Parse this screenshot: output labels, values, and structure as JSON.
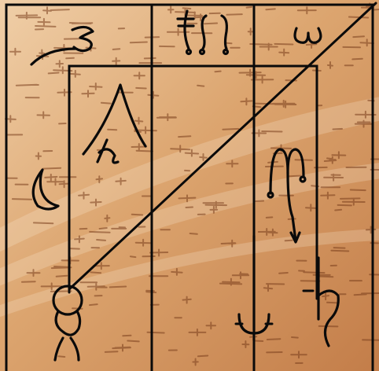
{
  "diagram": {
    "colors": {
      "ink": "#0a0a0a",
      "parchment_light": "#f0cfa8",
      "parchment_mid": "#dca56f",
      "parchment_dark": "#b9713f",
      "grain": "#7a3e1c"
    },
    "symbols": [
      {
        "id": "top-left-glyph",
        "icon": "three-with-swash-icon",
        "label": "3"
      },
      {
        "id": "top-middle-glyph",
        "icon": "ligature-glyph-icon",
        "label": "ƒ∫∫"
      },
      {
        "id": "top-right-glyph",
        "icon": "omega-glyph-icon",
        "label": "ω"
      },
      {
        "id": "upper-left-glyph",
        "icon": "capital-a-with-h-icon",
        "label": "A"
      },
      {
        "id": "left-glyph",
        "icon": "crescent-moon-icon",
        "label": "☾"
      },
      {
        "id": "right-glyph",
        "icon": "scorpio-like-glyph-icon",
        "label": "♏"
      },
      {
        "id": "bottom-left-glyph",
        "icon": "venus-knot-glyph-icon",
        "label": "♀"
      },
      {
        "id": "bottom-middle-glyph",
        "icon": "psi-down-arrow-glyph-icon",
        "label": "ψ"
      },
      {
        "id": "bottom-right-glyph",
        "icon": "h-with-tail-glyph-icon",
        "label": "h"
      }
    ]
  }
}
